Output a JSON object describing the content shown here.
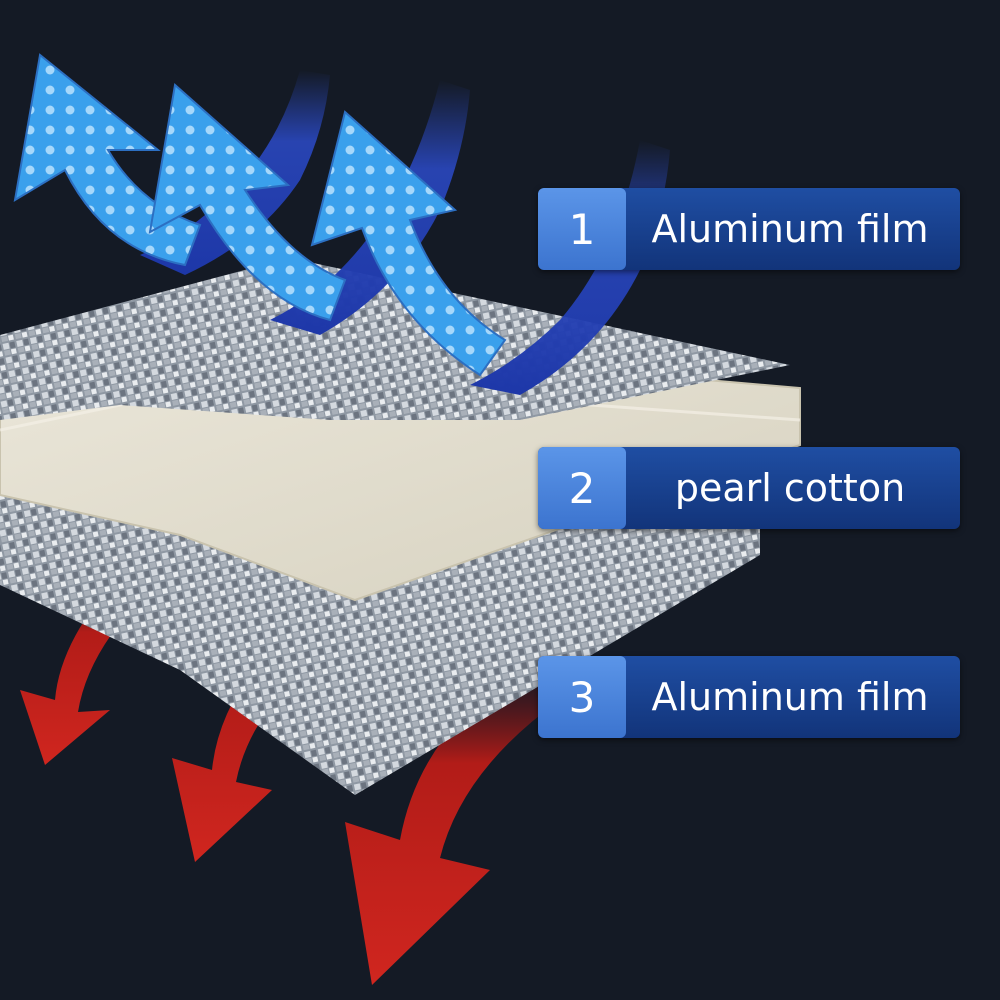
{
  "labels": [
    {
      "number": "1",
      "text": "Aluminum film"
    },
    {
      "number": "2",
      "text": "pearl cotton"
    },
    {
      "number": "3",
      "text": "Aluminum film"
    }
  ],
  "colors": {
    "background": "#141a25",
    "label_box": "#1a438f",
    "label_number_box": "#4a84dc",
    "label_text": "#ffffff",
    "arrow_light_blue": "#3aa0ec",
    "arrow_dark_blue": "#2340b8",
    "arrow_red": "#c3211c",
    "foil": "#9aa3ad",
    "pearl_cotton": "#e2ddcd"
  },
  "icons": {
    "top_arrows": "curved-up-arrow-icon",
    "bottom_arrows": "curved-down-arrow-icon"
  }
}
